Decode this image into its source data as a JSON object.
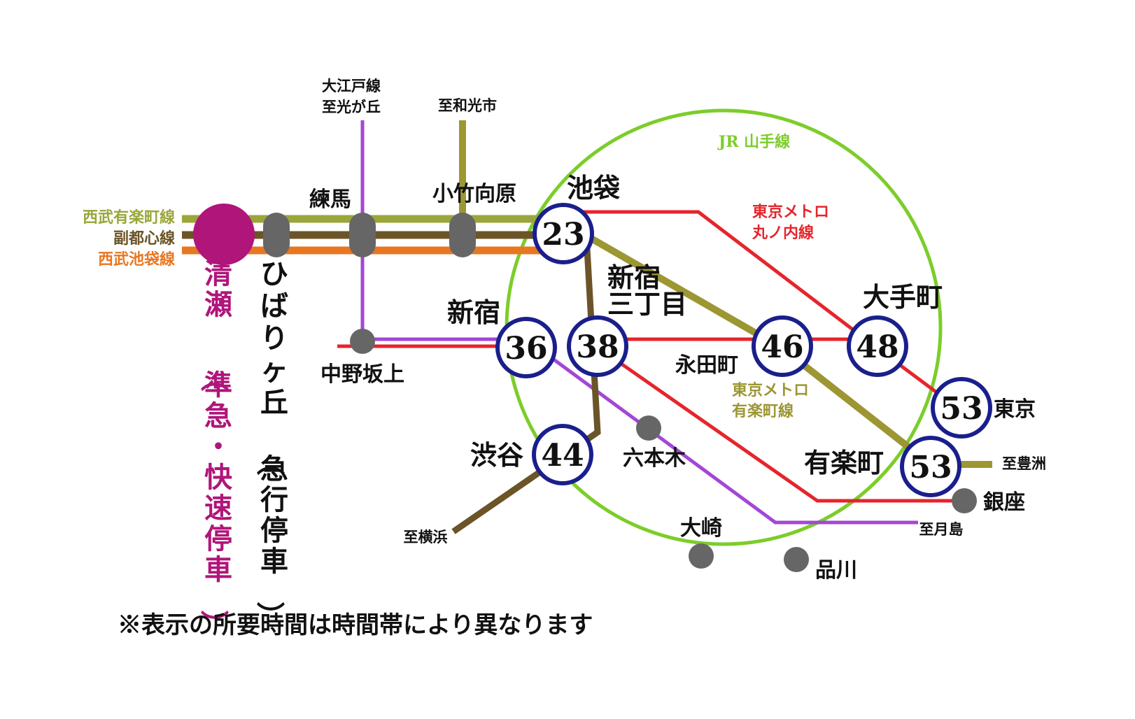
{
  "lines": {
    "seibu_yurakucho": {
      "name": "西武有楽町線",
      "color": "#9aa63a"
    },
    "fukutoshin": {
      "name": "副都心線",
      "color": "#6b5428"
    },
    "seibu_ikebukuro": {
      "name": "西武池袋線",
      "color": "#e87722"
    },
    "yamanote": {
      "name": "JR 山手線",
      "color": "#7ccd2a"
    },
    "marunouchi": {
      "name": "東京メトロ\n丸ノ内線",
      "color": "#e5252c"
    },
    "yurakucho": {
      "name": "東京メトロ\n有楽町線",
      "color": "#9c9633"
    },
    "oedo": {
      "name": "大江戸線\n至光が丘",
      "color": "#a446d6"
    },
    "directions": {
      "wakoshi": "至和光市",
      "yokohama": "至横浜",
      "toyosu": "至豊洲",
      "tsukishima": "至月島"
    }
  },
  "origin": {
    "name": "清瀬",
    "note": "（準急・快速停車）",
    "color": "#b0157a"
  },
  "hibarigaoka": {
    "name": "ひばりヶ丘",
    "note": "（急行停車）"
  },
  "stations": {
    "nerima": "練馬",
    "kotakemukaihara": "小竹向原",
    "nakanosakaue": "中野坂上",
    "roppongi": "六本木",
    "osaki": "大崎",
    "shinagawa": "品川",
    "ginza": "銀座"
  },
  "timed_stations": [
    {
      "id": "ikebukuro",
      "name": "池袋",
      "minutes": "23"
    },
    {
      "id": "shinjuku",
      "name": "新宿",
      "minutes": "36"
    },
    {
      "id": "shinjuku_sanchome",
      "name": "新宿\n三丁目",
      "minutes": "38"
    },
    {
      "id": "nagatacho",
      "name": "永田町",
      "minutes": "46"
    },
    {
      "id": "otemachi",
      "name": "大手町",
      "minutes": "48"
    },
    {
      "id": "tokyo",
      "name": "東京",
      "minutes": "53"
    },
    {
      "id": "yurakucho_st",
      "name": "有楽町",
      "minutes": "53"
    },
    {
      "id": "shibuya",
      "name": "渋谷",
      "minutes": "44"
    }
  ],
  "colors": {
    "station_ring": "#1a1f8c",
    "minor_station": "#666666",
    "transfer_pill": "#666666"
  },
  "footnote": "※表示の所要時間は時間帯により異なります"
}
